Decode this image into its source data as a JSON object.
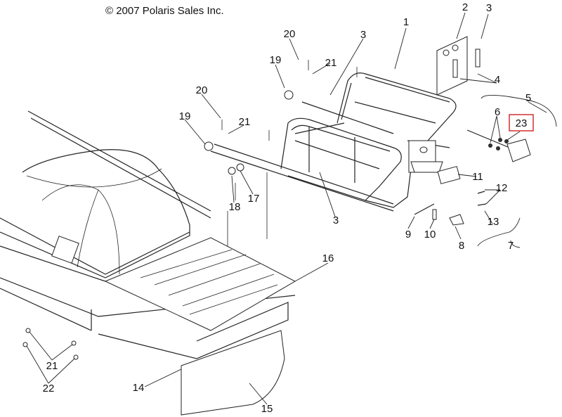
{
  "copyright": "© 2007 Polaris Sales Inc.",
  "callouts": {
    "c1": "1",
    "c2": "2",
    "c3a": "3",
    "c3b": "3",
    "c3c": "3",
    "c4": "4",
    "c5": "5",
    "c6": "6",
    "c7": "7",
    "c8": "8",
    "c9": "9",
    "c10": "10",
    "c11": "11",
    "c12": "12",
    "c13": "13",
    "c14": "14",
    "c15": "15",
    "c16": "16",
    "c17": "17",
    "c18": "18",
    "c19a": "19",
    "c19b": "19",
    "c20a": "20",
    "c20b": "20",
    "c21a": "21",
    "c21b": "21",
    "c21c": "21",
    "c22": "22",
    "c23": "23"
  },
  "highlight_color": "#d03030"
}
